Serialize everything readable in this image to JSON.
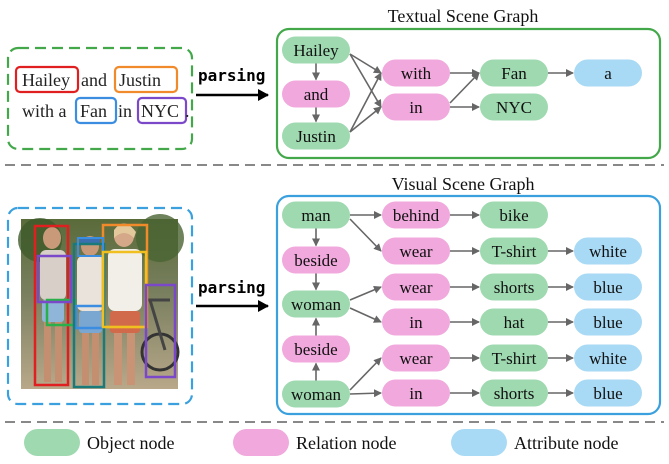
{
  "colors": {
    "object": "#9fd9b0",
    "relation": "#f0a8dd",
    "attribute": "#a9daf5",
    "textual_border": "#43a84a",
    "visual_border": "#3aa0de",
    "arrow": "#666666",
    "divider": "#888888"
  },
  "textual": {
    "title": "Textual Scene Graph",
    "parsing": "parsing",
    "sentence": {
      "hailey": "Hailey",
      "and": "and",
      "justin": "Justin",
      "with_a": "with a",
      "fan": "Fan",
      "in": "in",
      "nyc": "NYC",
      "period": "."
    },
    "sentence_box_colors": [
      "#e02020",
      "#f08a2a",
      "#3a8de0",
      "#7a48c8"
    ],
    "nodes": {
      "hailey": {
        "label": "Hailey",
        "kind": "object"
      },
      "and": {
        "label": "and",
        "kind": "relation"
      },
      "justin": {
        "label": "Justin",
        "kind": "object"
      },
      "with": {
        "label": "with",
        "kind": "relation"
      },
      "in": {
        "label": "in",
        "kind": "relation"
      },
      "fan": {
        "label": "Fan",
        "kind": "object"
      },
      "nyc": {
        "label": "NYC",
        "kind": "object"
      },
      "a": {
        "label": "a",
        "kind": "attribute"
      }
    }
  },
  "visual": {
    "title": "Visual Scene Graph",
    "parsing": "parsing",
    "photo_box_colors": [
      "#e02020",
      "#f08a2a",
      "#2ab04a",
      "#7a48c8",
      "#3a8de0",
      "#f0c020",
      "#1a7a7a"
    ],
    "nodes": {
      "man": {
        "label": "man",
        "kind": "object"
      },
      "beside1": {
        "label": "beside",
        "kind": "relation"
      },
      "woman1": {
        "label": "woman",
        "kind": "object"
      },
      "beside2": {
        "label": "beside",
        "kind": "relation"
      },
      "woman2": {
        "label": "woman",
        "kind": "object"
      },
      "behind": {
        "label": "behind",
        "kind": "relation"
      },
      "bike": {
        "label": "bike",
        "kind": "object"
      },
      "wear1": {
        "label": "wear",
        "kind": "relation"
      },
      "tshirt1": {
        "label": "T-shirt",
        "kind": "object"
      },
      "white1": {
        "label": "white",
        "kind": "attribute"
      },
      "wear2": {
        "label": "wear",
        "kind": "relation"
      },
      "shorts1": {
        "label": "shorts",
        "kind": "object"
      },
      "blue1": {
        "label": "blue",
        "kind": "attribute"
      },
      "in1": {
        "label": "in",
        "kind": "relation"
      },
      "hat": {
        "label": "hat",
        "kind": "object"
      },
      "blue2": {
        "label": "blue",
        "kind": "attribute"
      },
      "wear3": {
        "label": "wear",
        "kind": "relation"
      },
      "tshirt2": {
        "label": "T-shirt",
        "kind": "object"
      },
      "white2": {
        "label": "white",
        "kind": "attribute"
      },
      "in2": {
        "label": "in",
        "kind": "relation"
      },
      "shorts2": {
        "label": "shorts",
        "kind": "object"
      },
      "blue3": {
        "label": "blue",
        "kind": "attribute"
      }
    }
  },
  "legend": {
    "object": "Object node",
    "relation": "Relation node",
    "attribute": "Attribute node"
  }
}
